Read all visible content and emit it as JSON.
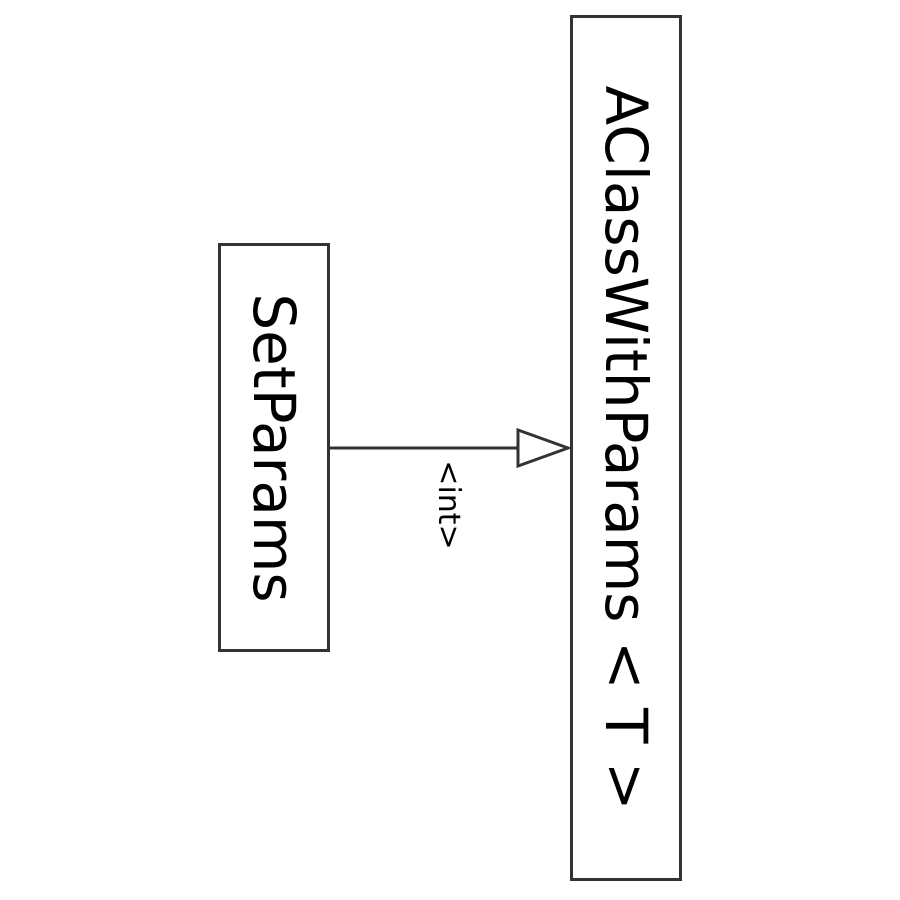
{
  "diagram": {
    "nodes": {
      "setparams": {
        "label": "SetParams"
      },
      "aclass": {
        "label": "AClassWithParams < T >"
      }
    },
    "edges": [
      {
        "from": "SetParams",
        "to": "AClassWithParams < T >",
        "kind": "inheritance",
        "label": "<int>"
      }
    ],
    "colors": {
      "stroke": "#333333",
      "text": "#000000",
      "background": "#ffffff"
    }
  }
}
